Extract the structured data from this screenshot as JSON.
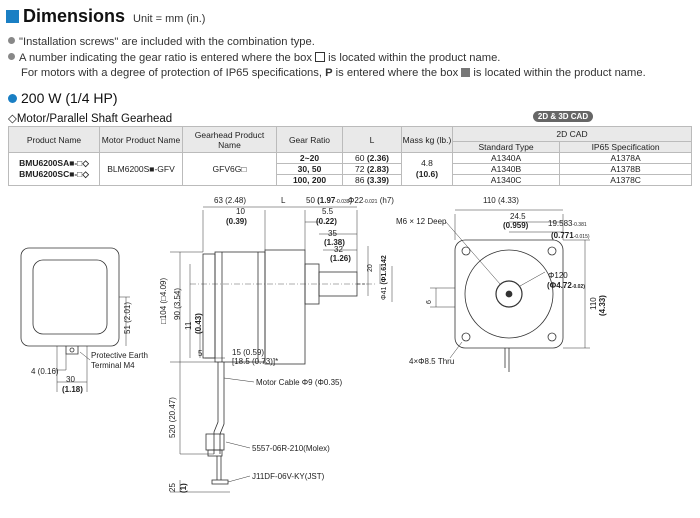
{
  "header": {
    "title": "Dimensions",
    "unit": "Unit = mm (in.)"
  },
  "notes": {
    "n1": "\"Installation screws\" are included with the combination type.",
    "n2a": "A number indicating the gear ratio is entered where the box",
    "n2b": "is located within the product name.",
    "n3a": "For motors with a degree of protection of IP65 specifications,",
    "n3p": "P",
    "n3b": "is entered where the box",
    "n3c": "is located within the product name."
  },
  "spec": {
    "power": "200 W (1/4 HP)",
    "subtitle": "◇Motor/Parallel Shaft Gearhead",
    "badge": "2D & 3D CAD"
  },
  "table": {
    "headers": {
      "product": "Product Name",
      "motor": "Motor Product Name",
      "gear": "Gearhead Product Name",
      "ratio": "Gear Ratio",
      "L": "L",
      "mass": "Mass kg (lb.)",
      "cad": "2D CAD",
      "std": "Standard Type",
      "ip65": "IP65 Specification"
    },
    "product1": "BMU6200SA■-□◇",
    "product2": "BMU6200SC■-□◇",
    "motor": "BLM6200S■-GFV",
    "gear": "GFV6G□",
    "mass": "4.8",
    "mass_lb": "(10.6)",
    "rows": [
      {
        "ratio": "2~20",
        "L": "60",
        "Lin": "(2.36)",
        "std": "A1340A",
        "ip65": "A1378A"
      },
      {
        "ratio": "30, 50",
        "L": "72",
        "Lin": "(2.83)",
        "std": "A1340B",
        "ip65": "A1378B"
      },
      {
        "ratio": "100, 200",
        "L": "86",
        "Lin": "(3.39)",
        "std": "A1340C",
        "ip65": "A1378C"
      }
    ]
  },
  "drawing": {
    "d63": "63 (2.48)",
    "dL": "L",
    "d50": "50",
    "d50b": "(1.97",
    "d50c": "-0.039",
    "d22": "Φ22",
    "d22b": "-0.021",
    "d22c": "(h7)",
    "d10": "10",
    "d10b": "(0.39)",
    "d55": "5.5",
    "d55b": "(0.22)",
    "d35": "35",
    "d35b": "(1.38)",
    "d32": "32",
    "d32b": "(1.26)",
    "d20": "20",
    "d41": "Φ41",
    "d41b": "(Φ1.6142",
    "m6": "M6 × 12 Deep",
    "d110": "110 (4.33)",
    "d245": "24.5",
    "d245b": "(0.959)",
    "d19": "19.583",
    "d19b": "-0.381",
    "d0771": "(0.771",
    "d0771b": "-0.015)",
    "d120": "Φ120",
    "d472": "(Φ4.72",
    "d472b": "-0.02)",
    "d110v": "110",
    "d110vb": "(4.33)",
    "d104": "□104 (□4.09)",
    "d90": "90 (3.54)",
    "d11": "11",
    "d11b": "(0.43)",
    "d6": "6",
    "holes": "4×Φ8.5 Thru",
    "d51": "51 (2.01)",
    "pe1": "Protective Earth",
    "pe2": "Terminal M4",
    "d4": "4 (0.16)",
    "d30": "30",
    "d30b": "(1.18)",
    "d5": "5",
    "d15": "15 (0.59)",
    "d185": "[18.5 (0.73)]*",
    "cable": "Motor Cable Φ9 (Φ0.35)",
    "d520": "520 (20.47)",
    "d25": "25",
    "d25b": "(1)",
    "conn1": "5557-06R-210(Molex)",
    "conn2": "J11DF-06V-KY(JST)"
  },
  "colors": {
    "accent": "#1a7fc4",
    "line": "#333333",
    "table_header": "#e9e9e9"
  }
}
